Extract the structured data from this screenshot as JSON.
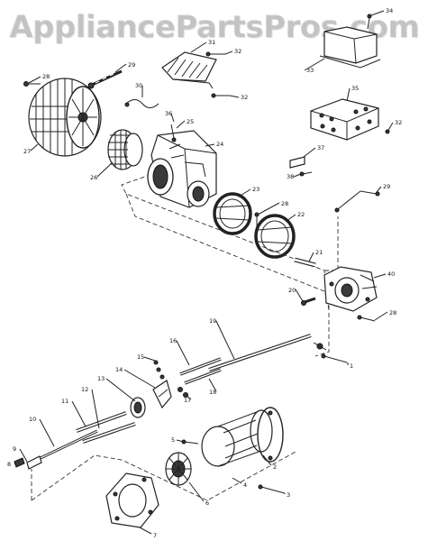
{
  "watermark": "AppliancePartsPros.com",
  "callouts": {
    "c1": "1",
    "c2": "2",
    "c3": "3",
    "c4": "4",
    "c5": "5",
    "c6": "6",
    "c7": "7",
    "c8": "8",
    "c9": "9",
    "c10": "10",
    "c11": "11",
    "c12": "12",
    "c13": "13",
    "c14": "14",
    "c15": "15",
    "c16": "16",
    "c17": "17",
    "c18": "18",
    "c19": "19",
    "c20": "20",
    "c21": "21",
    "c22": "22",
    "c23": "23",
    "c24": "24",
    "c25": "25",
    "c26": "26",
    "c27": "27",
    "c28a": "28",
    "c28b": "28",
    "c28c": "28",
    "c29a": "29",
    "c29b": "29",
    "c30": "30",
    "c31": "31",
    "c32a": "32",
    "c32b": "32",
    "c32c": "32",
    "c33": "33",
    "c34": "34",
    "c35": "35",
    "c36": "36",
    "c37": "37",
    "c38": "38",
    "c40": "40"
  }
}
